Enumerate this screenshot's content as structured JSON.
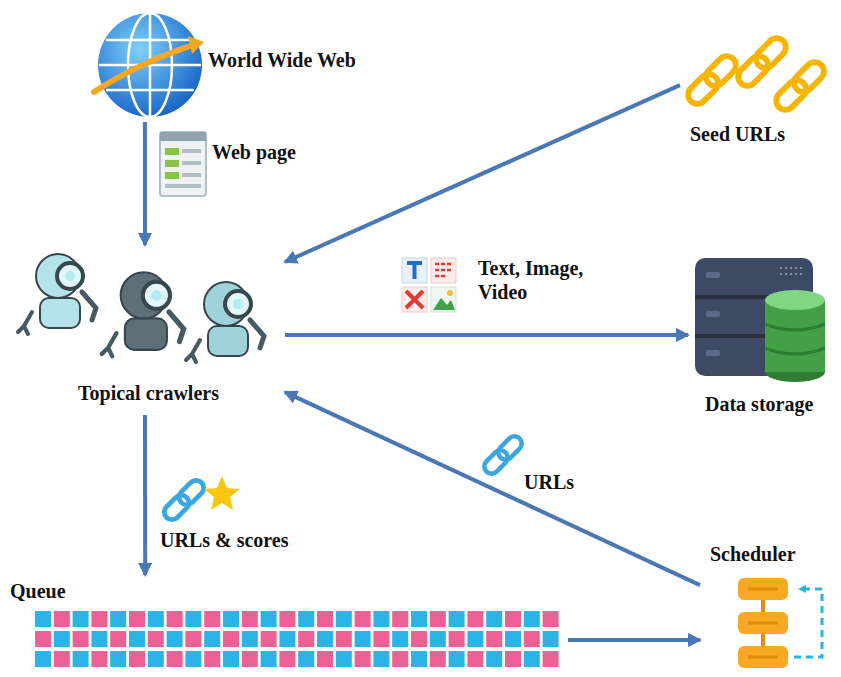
{
  "diagram": {
    "nodes": [
      {
        "text": [
          "World Wide Web"
        ]
      },
      {
        "text": [
          "Seed URLs"
        ]
      },
      {
        "text": [
          "Topical crawlers"
        ]
      },
      {
        "text": [
          "Data storage"
        ]
      },
      {
        "text": [
          "Queue"
        ]
      },
      {
        "text": [
          "Scheduler"
        ]
      }
    ],
    "edges": [
      {
        "from": 0,
        "to": 2,
        "arrow": "to",
        "label": "Web page"
      },
      {
        "from": 1,
        "to": 2,
        "arrow": "to"
      },
      {
        "from": 2,
        "to": 3,
        "arrow": "to",
        "label": "Text, Image, Video"
      },
      {
        "from": 2,
        "to": 4,
        "arrow": "to",
        "label": "URLs & scores"
      },
      {
        "from": 4,
        "to": 5,
        "arrow": "to"
      },
      {
        "from": 5,
        "to": 2,
        "arrow": "to",
        "label": "URLs"
      }
    ]
  }
}
